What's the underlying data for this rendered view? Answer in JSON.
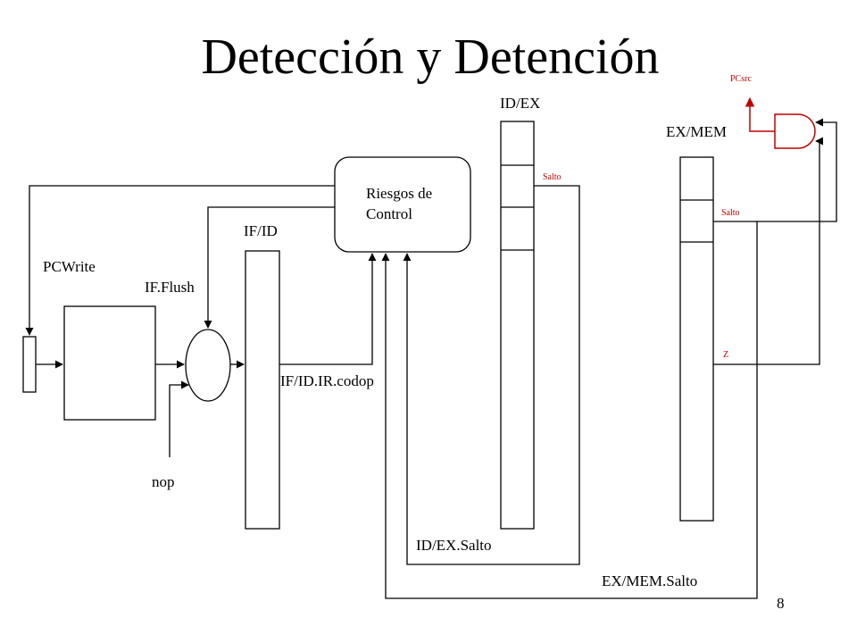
{
  "title": "Detección y Detención",
  "page_number": "8",
  "hazard_unit": {
    "line1": "Riesgos de",
    "line2": "Control"
  },
  "registers": {
    "if_id": "IF/ID",
    "id_ex": "ID/EX",
    "ex_mem": "EX/MEM"
  },
  "signals": {
    "pcwrite": "PCWrite",
    "if_flush": "IF.Flush",
    "nop": "nop",
    "if_id_ir_codop": "IF/ID.IR.codop",
    "id_ex_salto": "ID/EX.Salto",
    "ex_mem_salto": "EX/MEM.Salto",
    "salto_id_ex": "Salto",
    "salto_ex_mem": "Salto",
    "z": "Z",
    "pcsrc": "PCsrc"
  },
  "colors": {
    "lines": "#000000",
    "highlight": "#c00000"
  }
}
